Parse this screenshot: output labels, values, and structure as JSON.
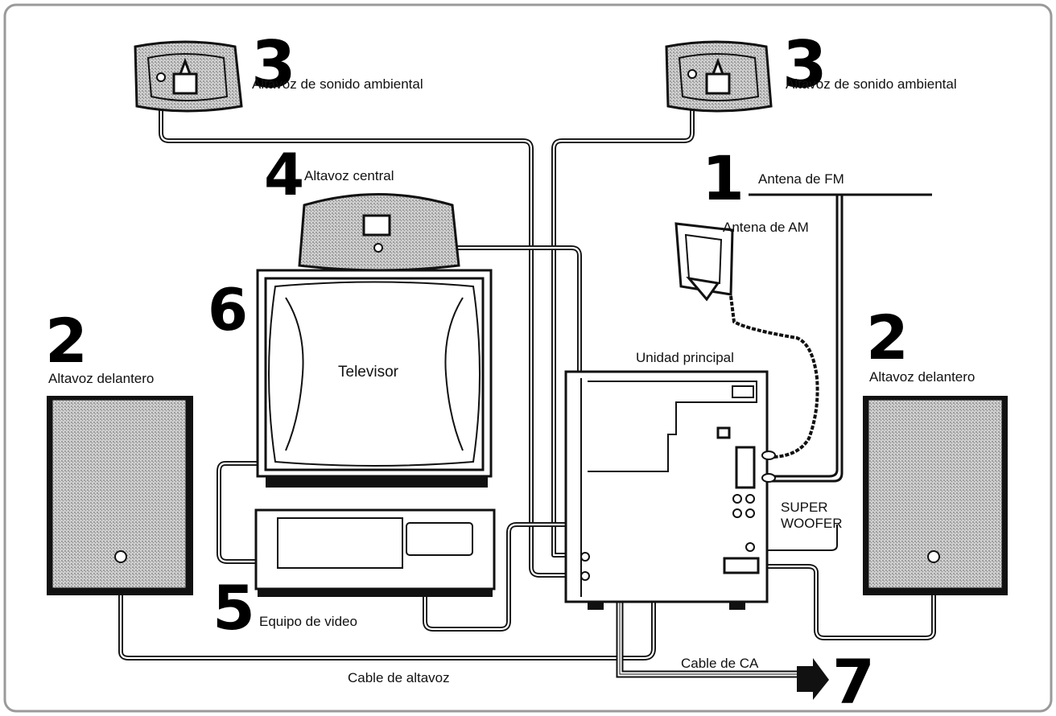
{
  "labels": {
    "surround_left": "Altavoz de sonido ambiental",
    "surround_right": "Altavoz de sonido ambiental",
    "center": "Altavoz central",
    "fm_antenna": "Antena de FM",
    "am_antenna": "Antena de AM",
    "front_left": "Altavoz delantero",
    "front_right": "Altavoz delantero",
    "tv": "Televisor",
    "main_unit": "Unidad principal",
    "super": "SUPER",
    "woofer": "WOOFER",
    "video": "Equipo de video",
    "speaker_cable": "Cable de altavoz",
    "ac_cable": "Cable de CA"
  },
  "numbers": {
    "surround_left": "3",
    "surround_right": "3",
    "center": "4",
    "antenna": "1",
    "tv": "6",
    "front_left": "2",
    "front_right": "2",
    "video": "5",
    "ac": "7"
  },
  "icons": {
    "arrow": "arrow-right-icon"
  }
}
